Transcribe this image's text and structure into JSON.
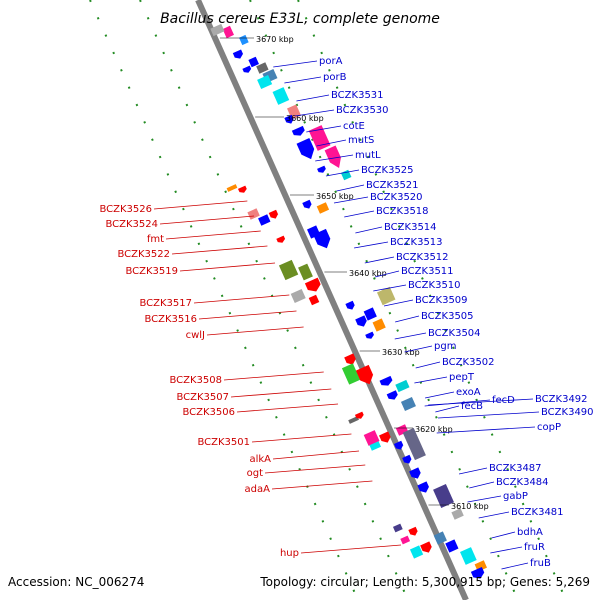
{
  "title": "Bacillus cereus E33L, complete genome",
  "footer": {
    "accession": "Accession: NC_006274",
    "topology": "Topology: circular; Length: 5,300,915 bp; Genes: 5,269"
  },
  "colors": {
    "backbone": "#808080",
    "right_labels": "#0000cc",
    "left_labels": "#cc0000",
    "dots": "#228b22"
  },
  "kbp_marks": [
    "3670 kbp",
    "3660 kbp",
    "3650 kbp",
    "3640 kbp",
    "3630 kbp",
    "3620 kbp",
    "3610 kbp"
  ],
  "right_labels": [
    "porA",
    "porB",
    "BCZK3531",
    "BCZK3530",
    "cotE",
    "mutS",
    "mutL",
    "BCZK3525",
    "BCZK3521",
    "BCZK3520",
    "BCZK3518",
    "BCZK3514",
    "BCZK3513",
    "BCZK3512",
    "BCZK3511",
    "BCZK3510",
    "BCZK3509",
    "BCZK3505",
    "BCZK3504",
    "pgm",
    "BCZK3502",
    "pepT",
    "exoA",
    "fecB",
    "fecD",
    "BCZK3492",
    "BCZK3490",
    "copP",
    "BCZK3487",
    "BCZK3484",
    "gabP",
    "BCZK3481",
    "bdhA",
    "fruR",
    "fruB"
  ],
  "left_labels": [
    "BCZK3526",
    "BCZK3524",
    "fmt",
    "BCZK3522",
    "BCZK3519",
    "BCZK3517",
    "BCZK3516",
    "cwlJ",
    "BCZK3508",
    "BCZK3507",
    "BCZK3506",
    "BCZK3501",
    "alkA",
    "ogt",
    "adaA",
    "hup"
  ]
}
